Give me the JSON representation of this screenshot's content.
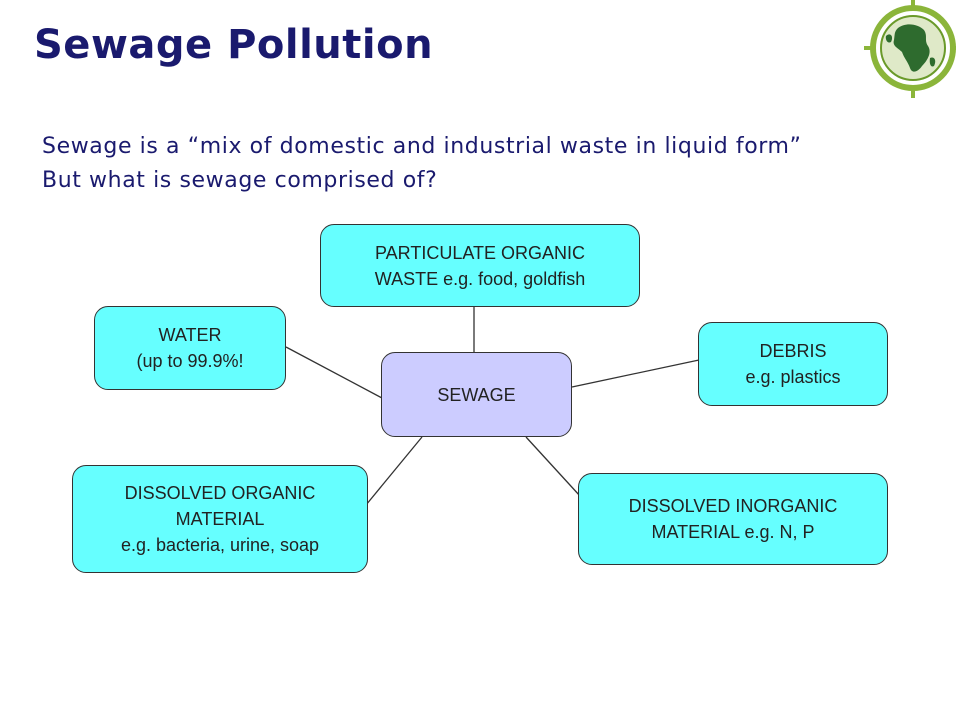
{
  "title": "Sewage Pollution",
  "intro": {
    "line1": "Sewage is a “mix of domestic and industrial waste in liquid form”",
    "line2": "But what is sewage comprised of?"
  },
  "logo": {
    "icon": "globe-logo-icon",
    "ring_color": "#8bb53a",
    "globe_color": "#2e6b2e"
  },
  "diagram": {
    "center": {
      "label": "SEWAGE",
      "color": "#ccccff"
    },
    "leaf_color": "#66ffff",
    "nodes": {
      "particulate": {
        "line1": "PARTICULATE ORGANIC",
        "line2": "WASTE e.g. food, goldfish"
      },
      "water": {
        "line1": "WATER",
        "line2": "(up to 99.9%!"
      },
      "debris": {
        "line1": "DEBRIS",
        "line2": "e.g. plastics"
      },
      "dissolved_organic": {
        "line1": "DISSOLVED ORGANIC",
        "line2": "MATERIAL",
        "line3": "e.g. bacteria, urine, soap"
      },
      "dissolved_inorganic": {
        "line1": "DISSOLVED INORGANIC",
        "line2": "MATERIAL e.g. N, P"
      }
    }
  }
}
